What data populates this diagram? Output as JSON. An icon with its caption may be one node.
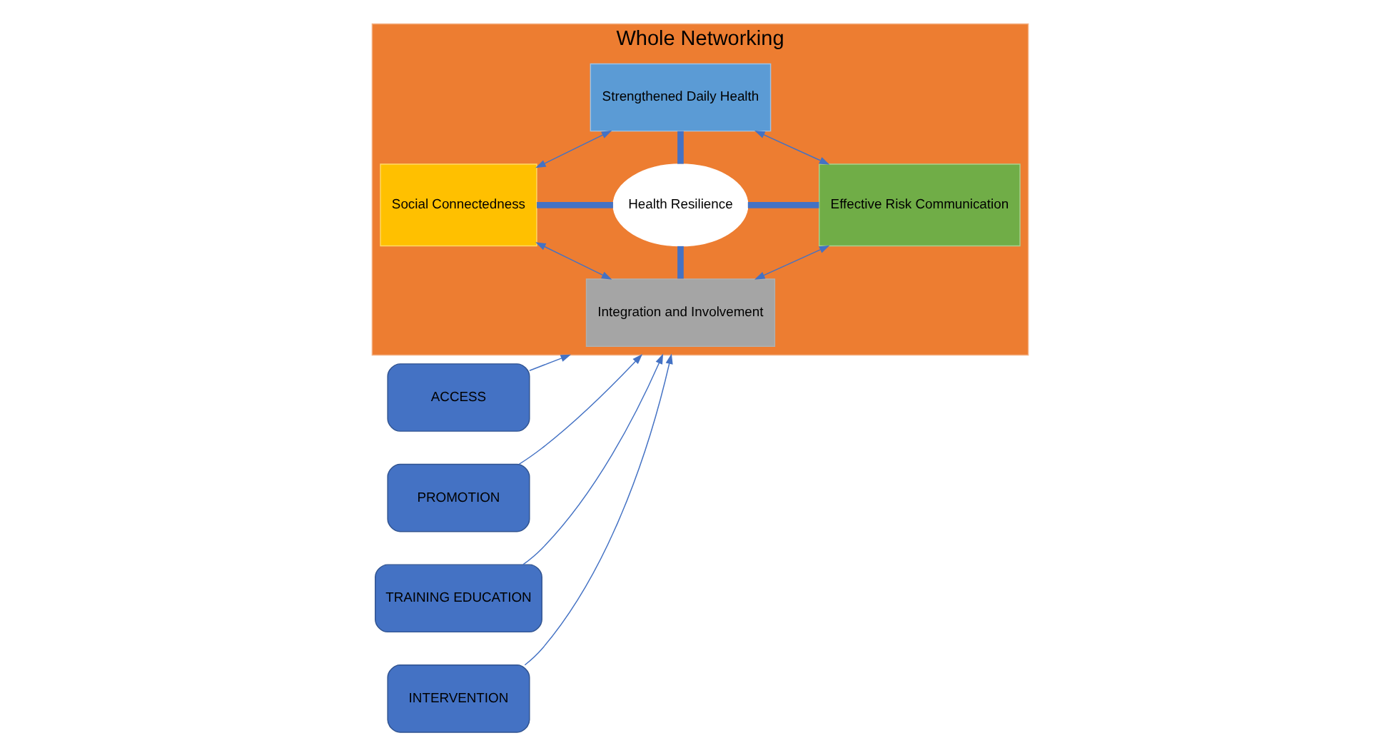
{
  "diagram": {
    "nodes": [
      {
        "text": [
          "Whole Networking"
        ]
      },
      {
        "text": [
          "ACCESS"
        ]
      },
      {
        "text": [
          "PROMOTION"
        ]
      },
      {
        "text": [
          "TRAINING EDUCATION"
        ]
      },
      {
        "text": [
          "INTERVENTION"
        ]
      },
      {
        "text": [
          "Integration and Involvement"
        ],
        "in": 0
      },
      {
        "text": [
          "Social Connectedness"
        ],
        "in": 0
      },
      {
        "text": [
          "Health Resilience"
        ],
        "in": 0
      },
      {
        "text": [
          "Effective Risk Communication"
        ],
        "in": 0
      },
      {
        "text": [
          "Strengthened Daily Health"
        ],
        "in": 0
      }
    ],
    "edges": [
      {
        "from": 1,
        "to": 0,
        "arrow": "to"
      },
      {
        "from": 2,
        "to": 0,
        "arrow": "to"
      },
      {
        "from": 3,
        "to": 0,
        "arrow": "to"
      },
      {
        "from": 4,
        "to": 0,
        "arrow": "to"
      },
      {
        "from": 6,
        "to": 5,
        "arrow": "both"
      },
      {
        "from": 5,
        "to": 8,
        "arrow": "both"
      },
      {
        "from": 6,
        "to": 9,
        "arrow": "both"
      },
      {
        "from": 9,
        "to": 8,
        "arrow": "both"
      },
      {
        "from": 5,
        "to": 7,
        "arrow": "none",
        "style": "thick"
      },
      {
        "from": 6,
        "to": 7,
        "arrow": "none",
        "style": "thick"
      },
      {
        "from": 7,
        "to": 8,
        "arrow": "none",
        "style": "thick"
      },
      {
        "from": 7,
        "to": 9,
        "arrow": "none",
        "style": "thick"
      }
    ]
  }
}
